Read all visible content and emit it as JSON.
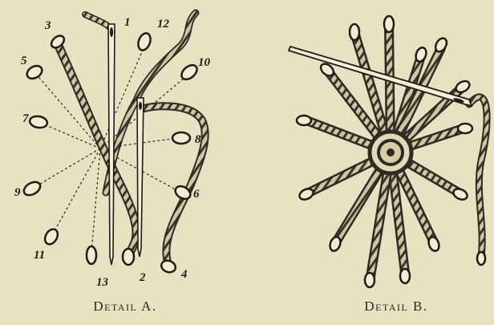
{
  "figures": [
    {
      "caption": "Detail A.",
      "numbers": [
        "1",
        "2",
        "3",
        "4",
        "5",
        "6",
        "7",
        "8",
        "9",
        "10",
        "11",
        "12",
        "13"
      ]
    },
    {
      "caption": "Detail B."
    }
  ]
}
